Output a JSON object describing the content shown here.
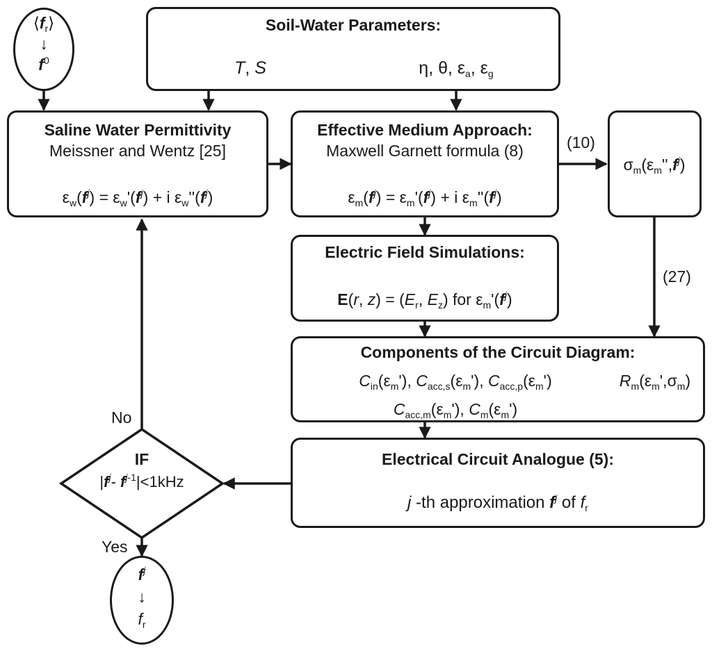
{
  "start_node": {
    "lines": [
      "⟨f_r⟩",
      "↓",
      "f^0"
    ]
  },
  "soil_water": {
    "title": "Soil-Water Parameters:",
    "left": "T, S",
    "right": "η, θ, ε_a, ε_g"
  },
  "saline": {
    "title": "Saline Water Permittivity",
    "subtitle": "Meissner and Wentz [25]",
    "formula": "ε_w(f^j) = ε_w'(f^j) + i ε_w''(f^j)"
  },
  "ema": {
    "title": "Effective Medium Approach:",
    "subtitle": "Maxwell Garnett formula (8)",
    "formula": "ε_m(f^j) = ε_m'(f^j) + i ε_m''(f^j)"
  },
  "sigma": {
    "text": "σ_m(ε_m'',f^j)"
  },
  "efield": {
    "title": "Electric Field Simulations:",
    "formula": "E(r, z) = (E_r, E_z) for ε_m'(f^j)"
  },
  "components": {
    "title": "Components of the Circuit Diagram:",
    "line1": "C_in(ε_m'), C_acc,s(ε_m'), C_acc,p(ε_m')",
    "line2": "C_acc,m(ε_m'), C_m(ε_m')",
    "right": "R_m(ε_m',σ_m)"
  },
  "circuit": {
    "title": "Electrical Circuit Analogue (5):",
    "text": "j-th approximation f^j of f_r"
  },
  "decision": {
    "title": "IF",
    "condition": "|f^j - f^(j-1)|<1kHz"
  },
  "end_node": {
    "lines": [
      "f^j",
      "↓",
      "f_r"
    ]
  },
  "edge_labels": {
    "eq10": "(10)",
    "eq27": "(27)",
    "no": "No",
    "yes": "Yes"
  }
}
